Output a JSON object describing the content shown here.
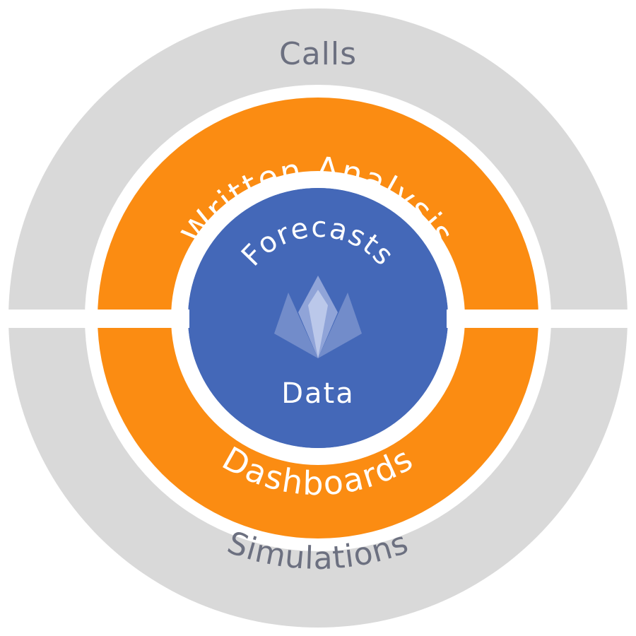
{
  "rings": {
    "outer": {
      "top_label": "Calls",
      "bottom_label": "Simulations",
      "fill": "#d9d9d9",
      "text_color": "#6c7080"
    },
    "middle": {
      "top_label": "Written Analysis",
      "bottom_label": "Dashboards",
      "fill": "#fb8c12",
      "text_color": "#ffffff"
    },
    "inner": {
      "top_label": "Forecasts",
      "bottom_label": "Data",
      "fill": "#4468b8",
      "text_color": "#ffffff"
    }
  },
  "logo": {
    "icon": "lotus-logo-icon"
  },
  "separator_color": "#ffffff"
}
